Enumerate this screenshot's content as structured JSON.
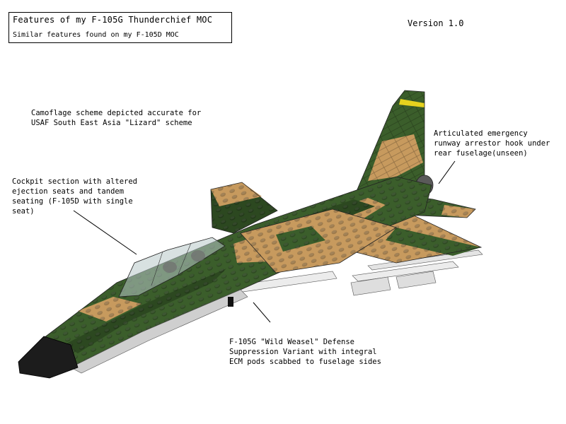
{
  "header": {
    "title": "Features of my F-105G Thunderchief MOC",
    "subtitle": "Similar features found on my F-105D MOC"
  },
  "version": "Version 1.0",
  "annotations": {
    "camo": "Camoflage scheme depicted accurate for\nUSAF South East Asia \"Lizard\" scheme",
    "hook": "Articulated emergency\nrunway arrestor hook under\nrear fuselage(unseen)",
    "cockpit": "Cockpit section with altered\nejection seats and tandem\nseating (F-105D with single\nseat)",
    "weasel": "F-105G \"Wild Weasel\" Defense\nSuppression Variant with integral\nECM pods scabbed to fuselage sides"
  },
  "colors": {
    "camo_green": "#3b5e2b",
    "camo_dark_green": "#2c4820",
    "camo_tan": "#c79a5e",
    "nose_black": "#1c1c1c",
    "pod_white": "#e6e6e6",
    "tail_stripe": "#e6d21e"
  }
}
